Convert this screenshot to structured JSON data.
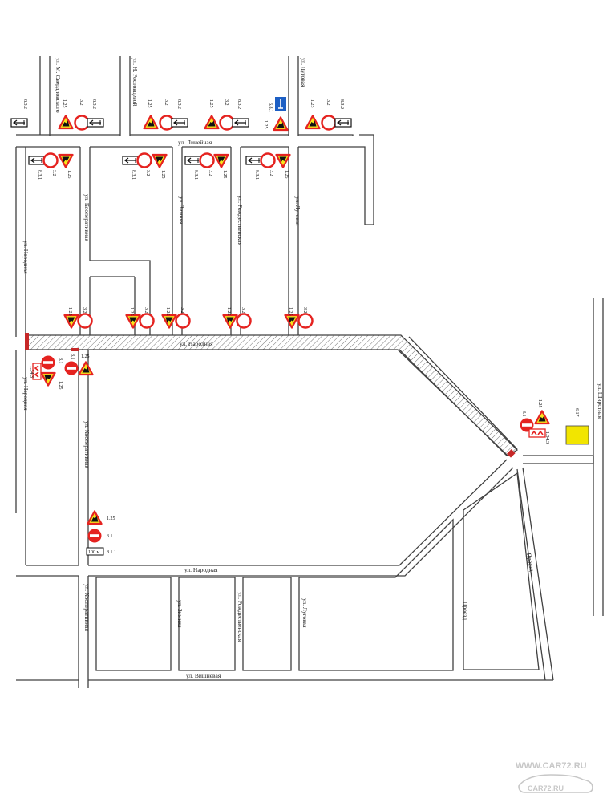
{
  "streets": {
    "m_sverdlovskogo": "ул. М. Свердловского",
    "n_rostovtsevoy": "ул. Н. Ростовцевой",
    "lugovaya_top": "ул. Луговая",
    "lineynaya": "ул. Линейная",
    "narodnaya_left": "ул. Народная",
    "narodnaya_left_lower": "ул. Народная",
    "kooperativnaya_1": "ул. Кооперативная",
    "zimnyaya_1": "ул. Зимняя",
    "rozhdestvenskaya_1": "ул. Рождественская",
    "lugovaya_1": "ул. Луговая",
    "narodnaya_hatched": "ул. Народная",
    "narodnaya_bottom": "ул. Народная",
    "kooperativnaya_2": "ул. Кооперативная",
    "kooperativnaya_3": "ул. Кооперативная",
    "zimnyaya_2": "ул. Зимняя",
    "rozhdestvenskaya_2": "ул. Рождественская",
    "lugovaya_2": "ул. Луговая",
    "proezd_1": "Проезд",
    "proezd_2": "Проезд",
    "vishnevaya": "ул. Вишневая",
    "shirotnaya": "ул. Широтная"
  },
  "sign_codes": {
    "c832": "8.3.2",
    "c831": "8.3.1",
    "c32": "3.2",
    "c125": "1.25",
    "c31": "3.1",
    "c681": "6.8.1",
    "c6171": "6.17",
    "c1343": "1.34.3",
    "c811": "8.1.1",
    "dist": "100 м"
  },
  "watermark": {
    "url": "WWW.CAR72.RU",
    "logo_text": "CAR72.RU"
  },
  "colors": {
    "sign_red": "#e52320",
    "sign_yellow": "#f7e61b",
    "sign_blue": "#1d5fc4",
    "info_board": "#f2e500",
    "road_line": "#404040"
  }
}
